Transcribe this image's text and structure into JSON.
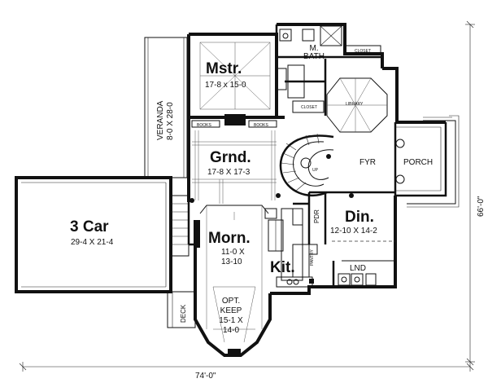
{
  "rooms": {
    "master": {
      "name": "Mstr.",
      "dims": "17-8 x 15-0"
    },
    "master_bath": {
      "name": "M.",
      "name2": "BATH"
    },
    "closet_top": "CLOSET",
    "closet_master": "CLOSET",
    "library": "LIBRARY",
    "veranda": {
      "name": "VERANDA",
      "dims": "8-0 X 28-0"
    },
    "books_left": "BOOKS",
    "books_right": "BOOKS",
    "grand": {
      "name": "Grnd.",
      "dims": "17-8 X 17-3"
    },
    "garage": {
      "name": "3 Car",
      "dims": "29-4 X 21-4"
    },
    "foyer": "FYR",
    "porch": "PORCH",
    "powder": "PDR",
    "dining": {
      "name": "Din.",
      "dims": "12-10 X 14-2"
    },
    "morning": {
      "name": "Morn.",
      "dims_line1": "11-0 X",
      "dims_line2": "13-10"
    },
    "kitchen": "Kit.",
    "laundry": "LND",
    "pantry": "PANTRY",
    "opt_keep": {
      "line1": "OPT.",
      "line2": "KEEP",
      "line3": "15-1 X",
      "line4": "14-0"
    },
    "deck": "DECK",
    "stair_up": "UP"
  },
  "dimensions": {
    "width": "74'-0\"",
    "depth": "66'-0\""
  }
}
